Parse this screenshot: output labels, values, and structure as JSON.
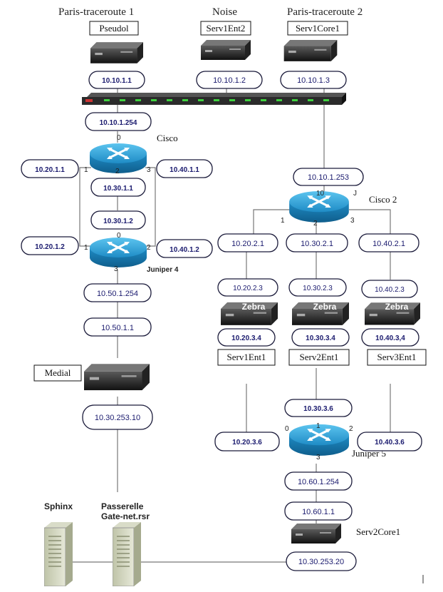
{
  "titles": {
    "paris1": "Paris-traceroute 1",
    "noise": "Noise",
    "paris2": "Paris-traceroute 2"
  },
  "host_boxes": {
    "pseudol": "Pseudol",
    "serv1ent2": "Serv1Ent2",
    "serv1core1": "Serv1Core1",
    "serv1ent1": "Serv1Ent1",
    "serv2ent1": "Serv2Ent1",
    "serv3ent1": "Serv3Ent1",
    "medial": "Medial"
  },
  "router_labels": {
    "cisco": "Cisco",
    "cisco2": "Cisco 2",
    "juniper4": "Juniper 4",
    "juniper5": "Juniper 5",
    "serv2core1": "Serv2Core1",
    "sphinx": "Sphinx",
    "passerelle1": "Passerelle",
    "passerelle2": "Gate-net.rsr",
    "zebra": "Zebra"
  },
  "ports": {
    "cisco": [
      "0",
      "1",
      "2",
      "3"
    ],
    "juniper4": [
      "0",
      "1",
      "2",
      "3"
    ],
    "cisco2": [
      "10",
      "1",
      "2",
      "3",
      "J"
    ],
    "juniper5": [
      "0",
      "1",
      "2",
      "3"
    ]
  },
  "ips": {
    "p1": "10.10.1.1",
    "noise": "10.10.1.2",
    "p2": "10.10.1.3",
    "cisco_up": "10.10.1.254",
    "cisco2_up": "10.10.1.253",
    "c_left": "10.20.1.1",
    "c_right": "10.40.1.1",
    "c_mid": "10.30.1.1",
    "j4_mid": "10.30.1.2",
    "j4_left": "10.20.1.2",
    "j4_right": "10.40.1.2",
    "j4_down": "10.50.1.254",
    "medial_up": "10.50.1.1",
    "medial_down": "10.30.253.10",
    "c2_a": "10.20.2.1",
    "c2_b": "10.30.2.1",
    "c2_c": "10.40.2.1",
    "z1_up": "10.20.2.3",
    "z2_up": "10.30.2.3",
    "z3_up": "10.40.2.3",
    "z1_down": "10.20.3.4",
    "z2_down": "10.30.3.4",
    "z3_down": "10.40.3,4",
    "j5_top": "10.30.3.6",
    "j5_left": "10.20.3.6",
    "j5_right": "10.40.3.6",
    "j5_down": "10.60.1.254",
    "sc_up": "10.60.1.1",
    "sc_down": "10.30.253.20"
  },
  "colors": {
    "router_blue": "#2ea3d8",
    "pill_border": "#1a1a3a",
    "ip_text": "#1a1a6e",
    "switch_dark": "#2b2b2b",
    "switch_led": "#3fd13f"
  }
}
